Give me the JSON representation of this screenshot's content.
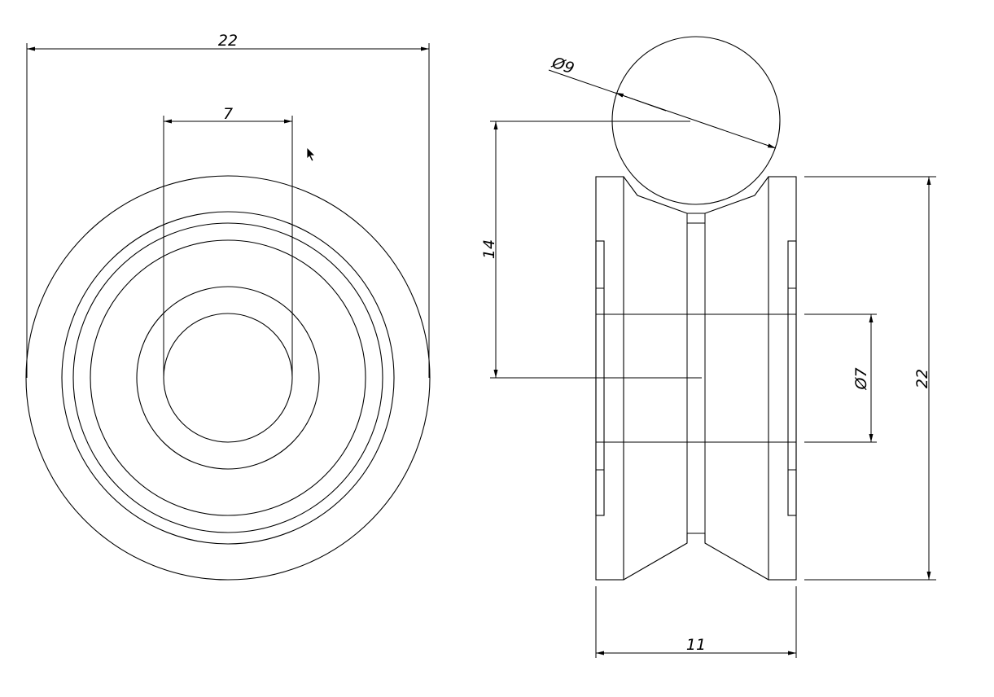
{
  "drawing": {
    "dimensions": {
      "front_width": "22",
      "bore_width": "7",
      "ball_diameter": "Ø9",
      "ball_center_height": "14",
      "side_bore": "Ø7",
      "side_height": "22",
      "side_width": "11"
    }
  }
}
